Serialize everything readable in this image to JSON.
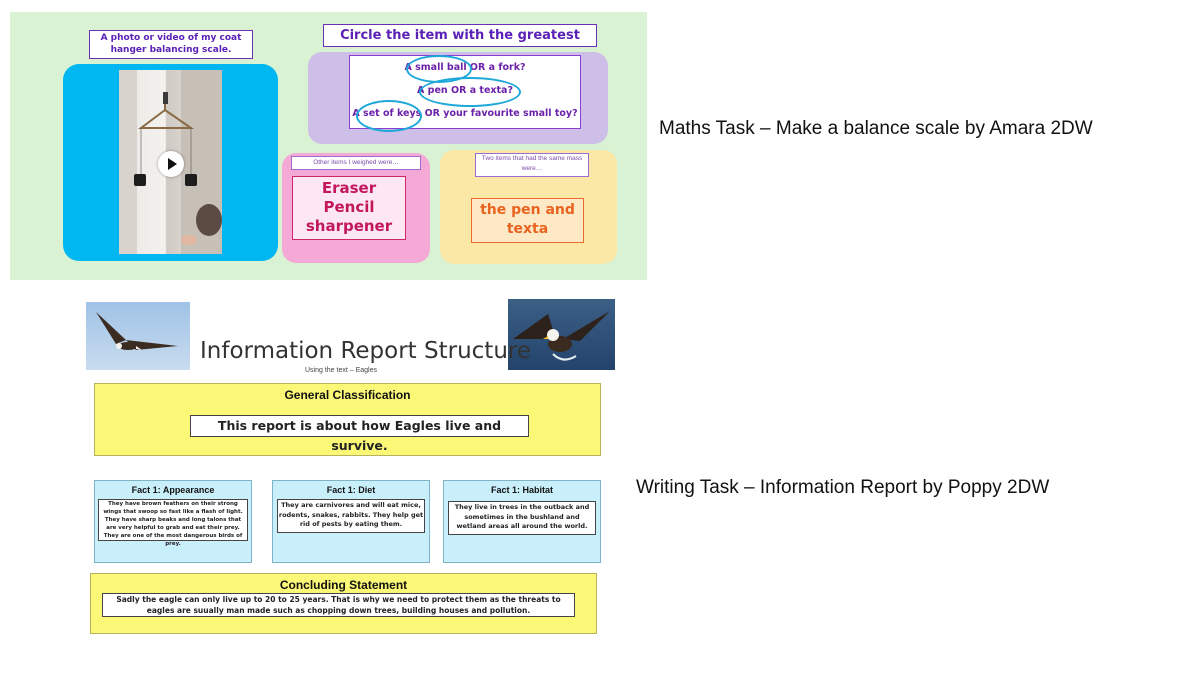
{
  "maths_slide": {
    "photo_label": "A photo or video of my coat hanger balancing scale.",
    "question": "Circle the item with the greatest mass",
    "options": [
      "A small ball OR a fork?",
      "A pen OR a texta?",
      "A set of keys OR your favourite small toy?"
    ],
    "weighed_label": "Other items I weighed were…",
    "weighed_items": [
      "Eraser",
      "Pencil",
      "sharpener"
    ],
    "same_label": "Two items that had the same mass were…",
    "same_items": [
      "the pen and",
      "texta"
    ],
    "colors": {
      "background": "#d9f2d3",
      "video_card": "#00b7f2",
      "question_panel": "#cdbfe8",
      "weighed_card": "#f4a9d6",
      "same_card": "#fbe7a6",
      "circle": "#1ea7d9"
    },
    "icons": [
      "play-icon"
    ]
  },
  "maths_caption": "Maths Task – Make a balance scale by Amara 2DW",
  "writing_slide": {
    "title": "Information Report Structure",
    "subtitle": "Using the text – Eagles",
    "classification_heading": "General Classification",
    "classification_text": "This report is about how Eagles live and survive.",
    "facts": [
      {
        "heading": "Fact 1: Appearance",
        "text": "They have brown feathers on their strong wings that swoop so fast like a flash of light. They have sharp beaks and long talons that are very helpful to grab and eat their prey. They are one of the most dangerous birds of prey."
      },
      {
        "heading": "Fact 1: Diet",
        "text": "They are carnivores and will eat mice, rodents, snakes, rabbits. They help get rid of pests by eating them."
      },
      {
        "heading": "Fact 1: Habitat",
        "text": "They live in trees in the outback and sometimes in the bushland and wetland areas all around the world."
      }
    ],
    "concluding_heading": "Concluding Statement",
    "concluding_text": "Sadly the eagle can only live up to 20 to 25 years. That is why we need to protect them as the threats to eagles are suually man made such as chopping down trees, building houses and pollution.",
    "colors": {
      "yellow_box": "#fbf878",
      "blue_box": "#c9effa"
    }
  },
  "writing_caption": "Writing Task – Information Report by Poppy 2DW"
}
